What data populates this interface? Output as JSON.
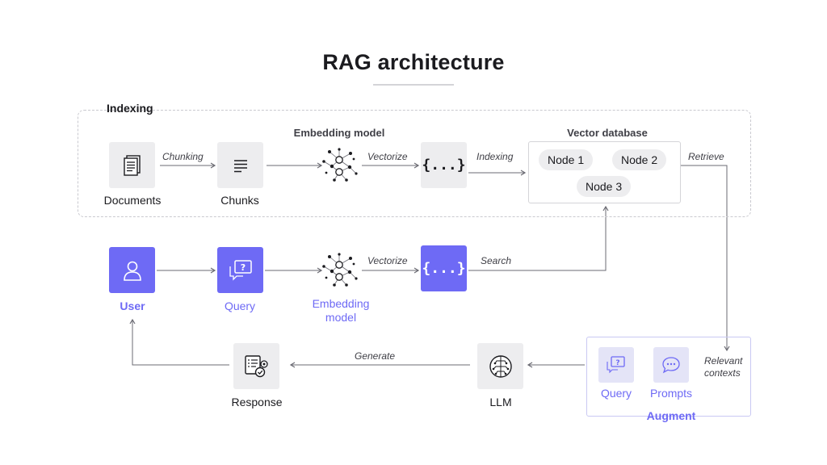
{
  "title": "RAG architecture",
  "indexing": {
    "section_label": "Indexing",
    "embedding_heading": "Embedding model",
    "vector_db_heading": "Vector database",
    "documents_label": "Documents",
    "chunks_label": "Chunks",
    "edges": {
      "chunking": "Chunking",
      "vectorize": "Vectorize",
      "indexing": "Indexing",
      "retrieve": "Retrieve"
    },
    "nodes": [
      "Node 1",
      "Node 2",
      "Node 3"
    ],
    "vector_glyph": "{...}"
  },
  "query_flow": {
    "user_label": "User",
    "query_label": "Query",
    "embedding_label_line1": "Embedding",
    "embedding_label_line2": "model",
    "vectorize_edge": "Vectorize",
    "search_edge": "Search",
    "vector_glyph": "{...}"
  },
  "generation": {
    "response_label": "Response",
    "llm_label": "LLM",
    "generate_edge": "Generate"
  },
  "augment": {
    "title": "Augment",
    "query_label": "Query",
    "prompts_label": "Prompts",
    "relevant_line1": "Relevant",
    "relevant_line2": "contexts"
  },
  "colors": {
    "accent": "#6e6af5",
    "tile_gray": "#ededef",
    "line": "#6b6b73"
  }
}
